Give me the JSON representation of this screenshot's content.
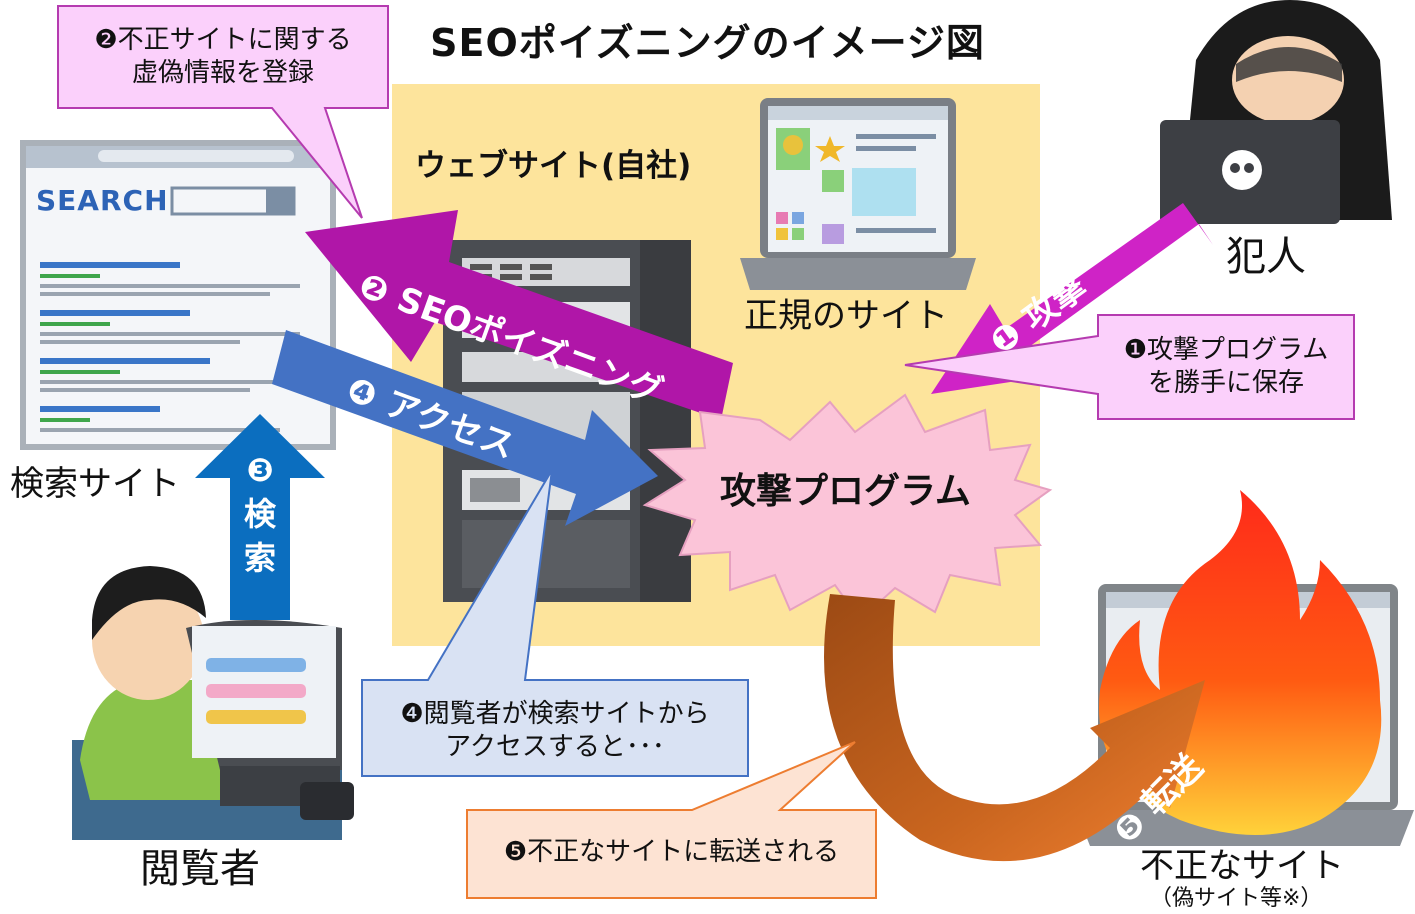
{
  "title": "SEOポイズニングのイメージ図",
  "company_site": {
    "label": "ウェブサイト(自社)",
    "legit_site_label": "正規のサイト",
    "program_label": "攻撃プログラム"
  },
  "actors": {
    "criminal": "犯人",
    "search_site": "検索サイト",
    "viewer": "閲覧者",
    "fraud_site": "不正なサイト",
    "fraud_site_note": "（偽サイト等※）",
    "search_logo": "SEARCH"
  },
  "steps": {
    "s1_arrow": "❶ 攻撃",
    "s2_arrow": "❷ SEOポイズニング",
    "s3_arrow_num": "❸",
    "s3_arrow_c1": "検",
    "s3_arrow_c2": "索",
    "s4_arrow": "❹ アクセス",
    "s5_arrow": "❺ 転送"
  },
  "callouts": {
    "c1_line1": "❶攻撃プログラム",
    "c1_line2": "を勝手に保存",
    "c2_line1": "❷不正サイトに関する",
    "c2_line2": "虚偽情報を登録",
    "c4_line1": "❹閲覧者が検索サイトから",
    "c4_line2": "アクセスすると･･･",
    "c5_line1": "❺不正なサイトに転送される"
  },
  "colors": {
    "company_bg": "#fde49c",
    "attack_arrow": "#cf23c6",
    "seo_arrow": "#b016a8",
    "access_arrow": "#4472c4",
    "search_arrow": "#0b6ebf",
    "burst_fill": "#fbc4d8",
    "callout_pink": "#fbd0fb",
    "callout_blue": "#d9e2f3",
    "callout_orange": "#fde3d3",
    "transfer_brown": "#b85a1c",
    "transfer_orange": "#ed7d31"
  }
}
